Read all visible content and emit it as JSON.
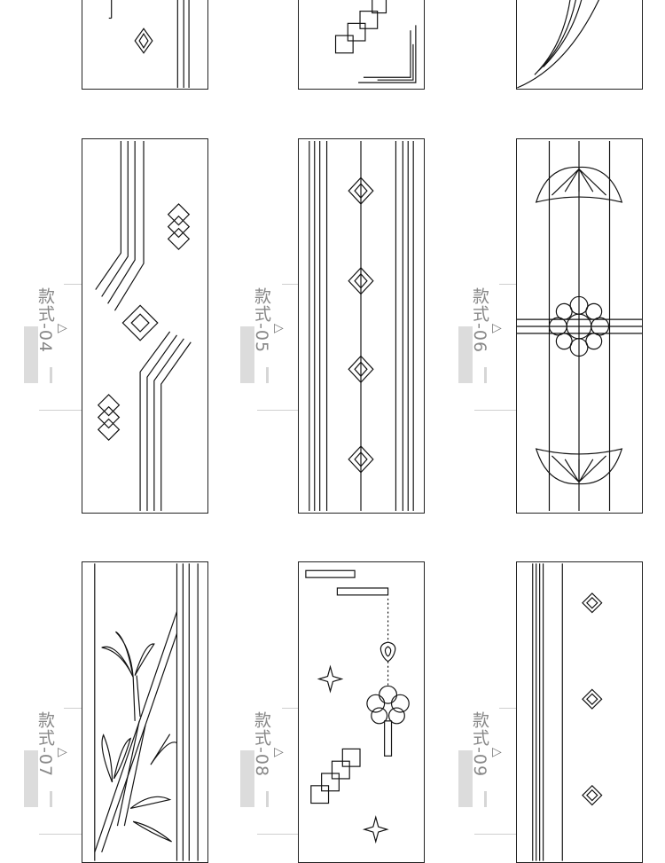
{
  "title": "",
  "styles": [
    {
      "id": "04",
      "label": "款式-04"
    },
    {
      "id": "05",
      "label": "款式-05"
    },
    {
      "id": "06",
      "label": "款式-06"
    },
    {
      "id": "07",
      "label": "款式-07"
    },
    {
      "id": "08",
      "label": "款式-08"
    },
    {
      "id": "09",
      "label": "款式-09"
    }
  ],
  "marker": "▷"
}
